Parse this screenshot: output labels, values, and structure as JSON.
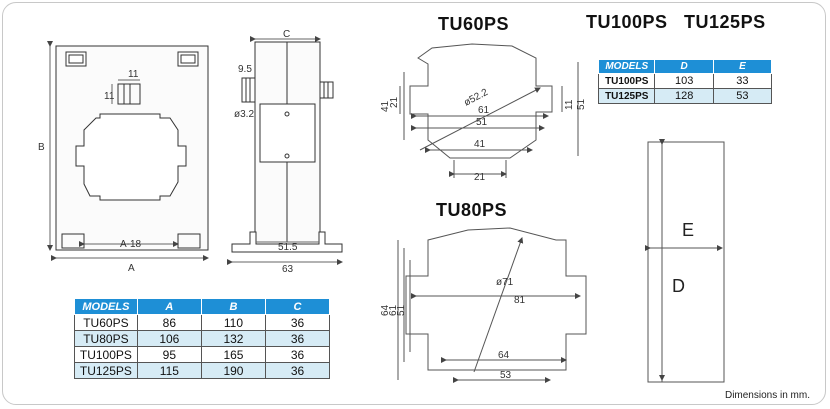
{
  "titles": {
    "tu60": "TU60PS",
    "tu100_125": "TU100PS   TU125PS",
    "tu80": "TU80PS"
  },
  "left_drawing": {
    "label_b": "B",
    "label_a": "A",
    "label_a18": "A-18",
    "label_11_top": "11",
    "label_11_side": "11"
  },
  "side_drawing": {
    "label_c": "C",
    "label_9_5": "9.5",
    "label_dia": "ø3.2",
    "label_51_5": "51.5",
    "label_63": "63"
  },
  "tu60_drawing": {
    "d41": "41",
    "d21v": "21",
    "dia": "ø52.2",
    "d61": "61",
    "d51": "51",
    "d11": "11",
    "d51r": "51",
    "d41b": "41",
    "d21b": "21"
  },
  "tu80_drawing": {
    "d64v": "64",
    "d61v": "61",
    "d51v": "51",
    "dia": "ø71",
    "d81": "81",
    "d64": "64",
    "d53": "53"
  },
  "de_drawing": {
    "label_e": "E",
    "label_d": "D"
  },
  "table_abc": {
    "headers": [
      "MODELS",
      "A",
      "B",
      "C"
    ],
    "rows": [
      [
        "TU60PS",
        "86",
        "110",
        "36"
      ],
      [
        "TU80PS",
        "106",
        "132",
        "36"
      ],
      [
        "TU100PS",
        "95",
        "165",
        "36"
      ],
      [
        "TU125PS",
        "115",
        "190",
        "36"
      ]
    ]
  },
  "table_de": {
    "headers": [
      "MODELS",
      "D",
      "E"
    ],
    "rows": [
      [
        "TU100PS",
        "103",
        "33"
      ],
      [
        "TU125PS",
        "128",
        "53"
      ]
    ]
  },
  "note": "Dimensions in mm.",
  "colors": {
    "header_blue": "#1e8fd6",
    "row_alt": "#d6ebf5"
  }
}
